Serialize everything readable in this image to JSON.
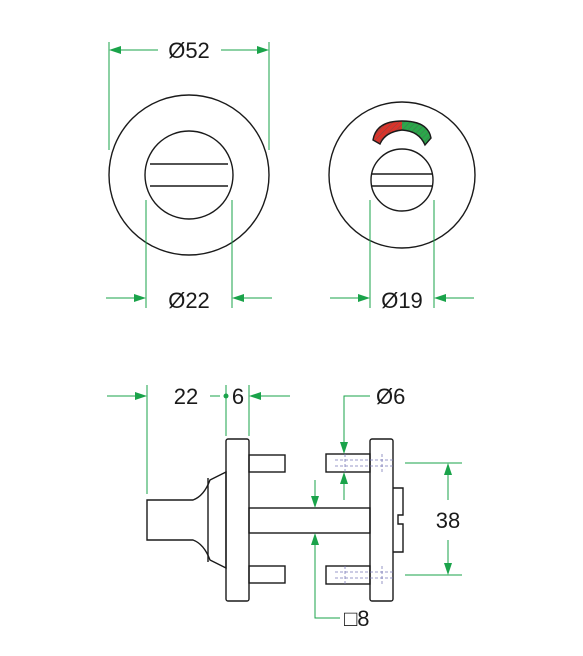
{
  "dimensions": {
    "outer_diameter": "Ø52",
    "spindle_diameter": "Ø22",
    "indicator_diameter": "Ø19",
    "depth_22": "22",
    "depth_6": "6",
    "screw_diameter": "Ø6",
    "screw_spacing": "38",
    "square_spindle": "□8"
  },
  "colors": {
    "part_line": "#1a1a1a",
    "dimension_line": "#1aa34a",
    "hidden_line": "#7a7ab8",
    "indicator_red": "#d9342b",
    "indicator_green": "#2aa84a"
  }
}
